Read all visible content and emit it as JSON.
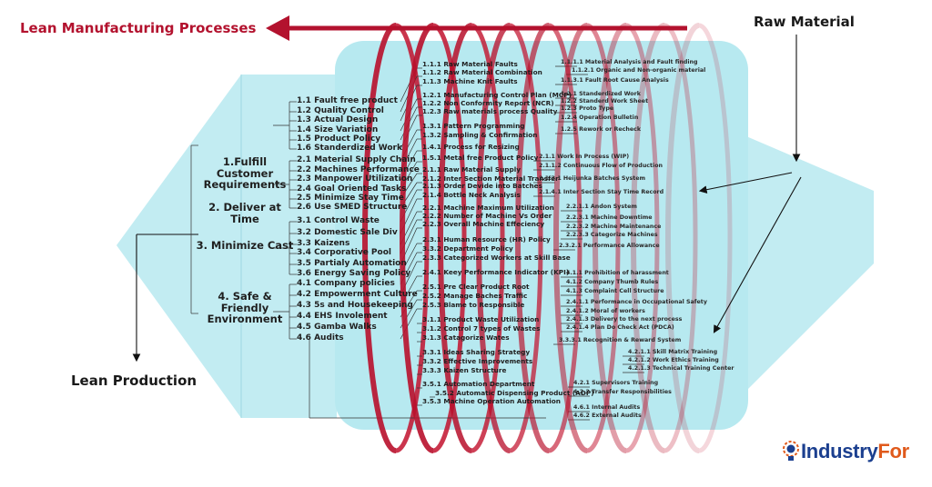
{
  "headers": {
    "lean_manufacturing": "Lean Manufacturing Processes",
    "raw_material": "Raw Material",
    "lean_production": "Lean Production"
  },
  "logo": {
    "main": "Industry",
    "accent": "For"
  },
  "colors": {
    "cyan": "#b7e9f0",
    "coil": "#b8102b",
    "accent": "#b3122e"
  },
  "level0": [
    "1.Fulfill Customer Requirements",
    "2. Deliver at Time",
    "3. Minimize Cast",
    "4. Safe & Friendly Environment"
  ],
  "level1": [
    "1.1 Fault free product",
    "1.2 Quality Control",
    "1.3 Actual Design",
    "1.4 Size Variation",
    "1.5 Product Policy",
    "1.6 Standerdized Work",
    "2.1 Material Supply Chain",
    "2.2 Machines Performance",
    "2.3 Manpower Utilization",
    "2.4 Goal Oriented Tasks",
    "2.5 Minimize Stay Time",
    "2.6 Use SMED Structure",
    "3.1 Control Waste",
    "3.2 Domestic Sale Div",
    "3.3 Kaizens",
    "3.4 Corporative Pool",
    "3.5 Partialy Automation",
    "3.6 Energy Saving Policy",
    "4.1 Company policies",
    "4.2 Empowerment Culture",
    "4.3 5s and Housekeeping",
    "4.4 EHS Involement",
    "4.5 Gamba Walks",
    "4.6 Audits"
  ],
  "level2": [
    "1.1.1 Raw Material Faults",
    "1.1.2 Raw Material Combination",
    "1.1.3 Machine Knit Faults",
    "1.2.1 Manufacturing Control Plan (MCP)",
    "1.2.2 Non Conformity Report (NCR)",
    "1.2.3 Raw materials process Quality",
    "1.3.1 Pattern Programming",
    "1.3.2 Sampling & Confirmation",
    "1.4.1 Process for Resizing",
    "1.5.1 Metal free Product Policy",
    "2.1.1 Raw Material Supply",
    "2.1.2 Inter Section Material Transfer",
    "2.1.3 Order Devide into Batches",
    "2.1.4 Bottle Neck Analysis",
    "2.2.1 Machine Maximum Utilization",
    "2.2.2 Number of Machine Vs Order",
    "2.2.3 Overall Machine Effeciency",
    "2.3.1 Human Resource (HR) Policy",
    "3.3.2 Department Policy",
    "2.3.3 Categorized Workers at Skill Base",
    "2.4.1 Keey Performance Indicator (KPI)",
    "2.5.1 Pre Clear Product Root",
    "2.5.2 Manage Baches Traffic",
    "2.5.3 Blame to Responsible",
    "3.1.1 Product Waste Utilization",
    "3.1.2 Control 7 types of Wastes",
    "3.1.3 Catagorize Wates",
    "3.3.1 Ideas Sharing Strategy",
    "3.3.2 Effective Improvements",
    "3.3.3 Kaizen Structure",
    "3.5.1 Automation Department",
    "3.5.2 Automatic Dispensing Product (ADP)",
    "3.5.3 Machine Operation Automation"
  ],
  "level3": [
    "1.1.1.1 Material Analysis and Fault finding",
    "1.1.2.1 Organic and Non-organic material",
    "1.1.3.1 Fault Root Cause Analysis",
    "1.2.1 Standerdized Work",
    "1.2.2 Standerd Work Sheet",
    "1.2.3 Proto Type",
    "1.2.4 Operation Bulletin",
    "1.2.5 Rework or Recheck",
    "2.1.1 Work In Process (WIP)",
    "2.1.1.2 Continuous Flow of Production",
    "2.1.3.1 Heijunka Batches System",
    "2.1.4.1 Inter Section Stay Time Record",
    "2.2.1.1 Andon System",
    "2.2.3.1 Machine Downtime",
    "2.2.3.2 Machine Maintenance",
    "2.2.3.3 Categorize Machines",
    "2.3.2.1 Performance Allowance",
    "4.1.1 Prohibition of harassment",
    "4.1.2 Company Thumb Rules",
    "4.1.3 Complaint Cell Structure",
    "2.4.1.1 Performance in Occupational Safety",
    "2.4.1.2 Moral of workers",
    "2.4.1.3 Delivery to the next process",
    "2.4.1.4 Plan Do Check Act (PDCA)",
    "3.3.3.1 Recognition & Reward System",
    "4.2.1.1 Skill Matrix Training",
    "4.2.1.2 Work Ethics Training",
    "4.2.1.3 Technical Training Center",
    "4.2.1 Supervisors Training",
    "4.2.2 Transfer Responsibilities",
    "4.6.1 Internal Audits",
    "4.6.2 External Audits"
  ]
}
